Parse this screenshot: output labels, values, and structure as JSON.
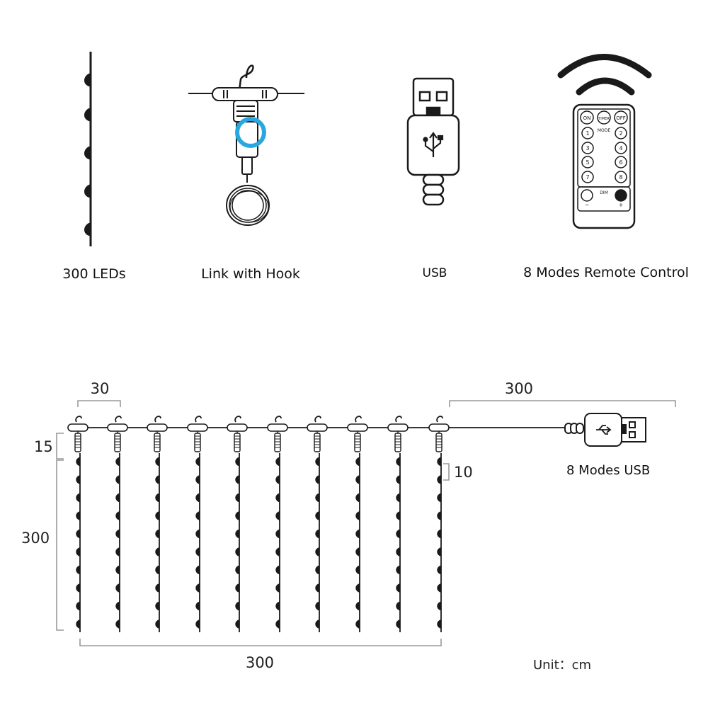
{
  "features": [
    {
      "label": "300 LEDs",
      "icon": "led-strand-icon"
    },
    {
      "label": "Link with Hook",
      "icon": "hook-connector-icon"
    },
    {
      "label": "USB",
      "icon": "usb-plug-icon"
    },
    {
      "label": "8 Modes Remote Control",
      "icon": "remote-control-icon"
    }
  ],
  "remote": {
    "buttons_top": [
      "ON",
      "TIMER",
      "OFF"
    ],
    "mode_label": "MODE",
    "numbers": [
      "1",
      "2",
      "3",
      "4",
      "5",
      "6",
      "7",
      "8"
    ],
    "dim_label": "DIM",
    "minus": "−",
    "plus": "+"
  },
  "dimensions": {
    "spacing": "30",
    "lead_length": "300",
    "top_drop": "15",
    "strand_length": "300",
    "led_offset": "10",
    "curtain_width": "300"
  },
  "usb_label": "8 Modes USB",
  "unit_text": "Unit：cm",
  "colors": {
    "line": "#1a1a1a",
    "dim_line": "#9a9a9a",
    "accent_ring": "#29a8e0"
  }
}
